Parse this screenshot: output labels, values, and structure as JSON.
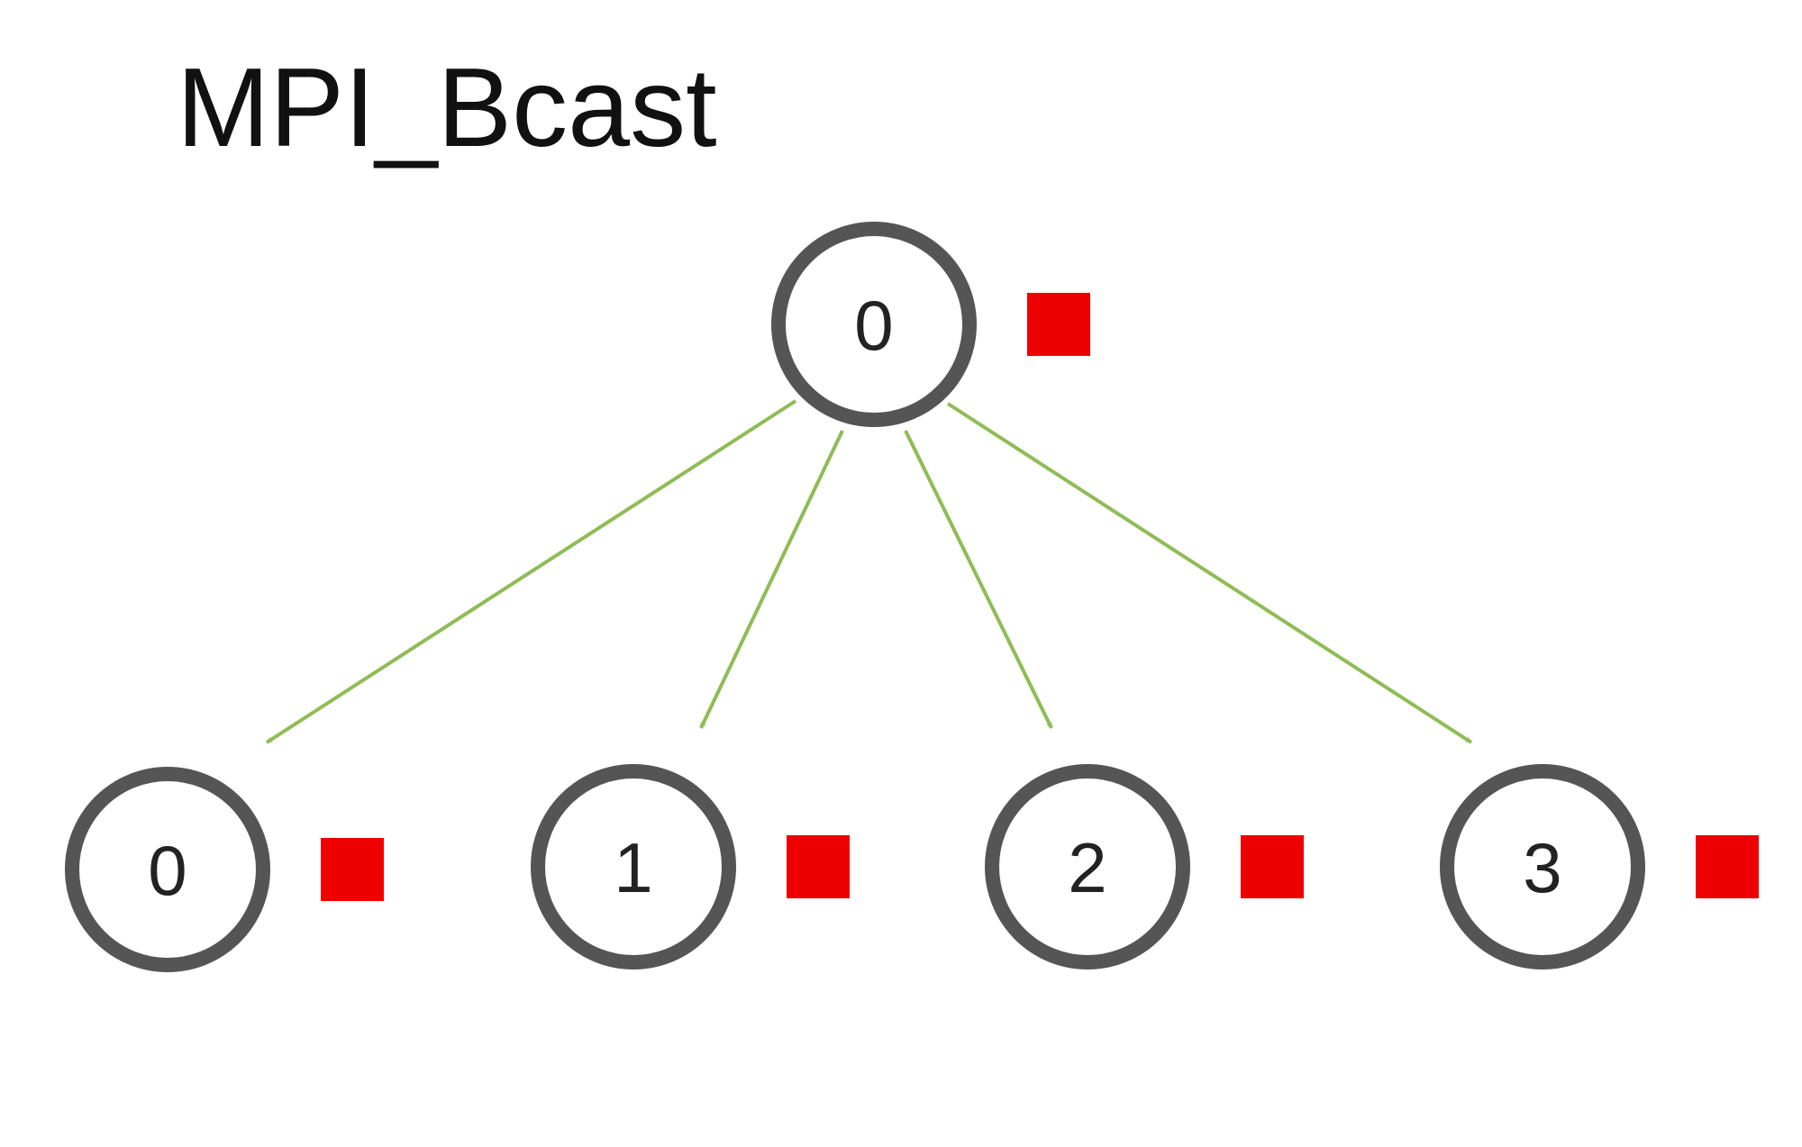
{
  "title": "MPI_Bcast",
  "colors": {
    "node_stroke": "#555555",
    "arrow": "#8fbc55",
    "data_block": "#ee0000"
  },
  "root": {
    "id": "root",
    "label": "0",
    "has_data": true
  },
  "receivers": [
    {
      "id": "p0",
      "label": "0",
      "has_data": true
    },
    {
      "id": "p1",
      "label": "1",
      "has_data": true
    },
    {
      "id": "p2",
      "label": "2",
      "has_data": true
    },
    {
      "id": "p3",
      "label": "3",
      "has_data": true
    }
  ],
  "edges": [
    {
      "from": "root",
      "to": "p0"
    },
    {
      "from": "root",
      "to": "p1"
    },
    {
      "from": "root",
      "to": "p2"
    },
    {
      "from": "root",
      "to": "p3"
    }
  ]
}
